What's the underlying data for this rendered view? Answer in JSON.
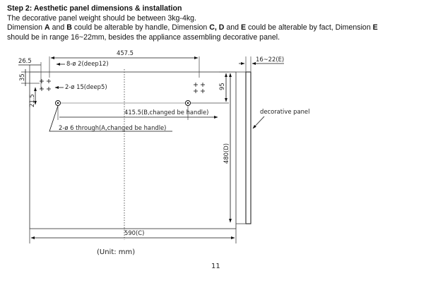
{
  "heading": {
    "title": "Step 2: Aesthetic panel dimensions & installation",
    "line1": "The decorative panel weight should be between 3kg-4kg.",
    "line2_a": "Dimension ",
    "line2_A": "A",
    "line2_b": " and ",
    "line2_B": "B",
    "line2_c": " could be alterable by handle, Dimension ",
    "line2_C": "C, D",
    "line2_d": " and ",
    "line2_E": "E",
    "line2_e": " could be alterable by fact, Dimension ",
    "line2_E2": "E",
    "line3": "should be in range 16~22mm, besides the appliance assembling decorative panel."
  },
  "drawing": {
    "dim_457": "457.5",
    "dim_26": "26.5",
    "dim_35": "35",
    "dim_21": "21.5",
    "dim_95": "95",
    "dim_480": "480(D)",
    "dim_590": "590(C)",
    "dim_415": "415.5(B,changed be handle)",
    "dim_16_22": "16~22(E)",
    "hole_8": "8-ø 2(deep12)",
    "hole_2_15": "2-ø 15(deep5)",
    "hole_2_6": "2-ø 6 through(A,changed be handle)",
    "decorative_panel": "decorative panel",
    "unit": "(Unit: mm)"
  },
  "page_number": "11"
}
